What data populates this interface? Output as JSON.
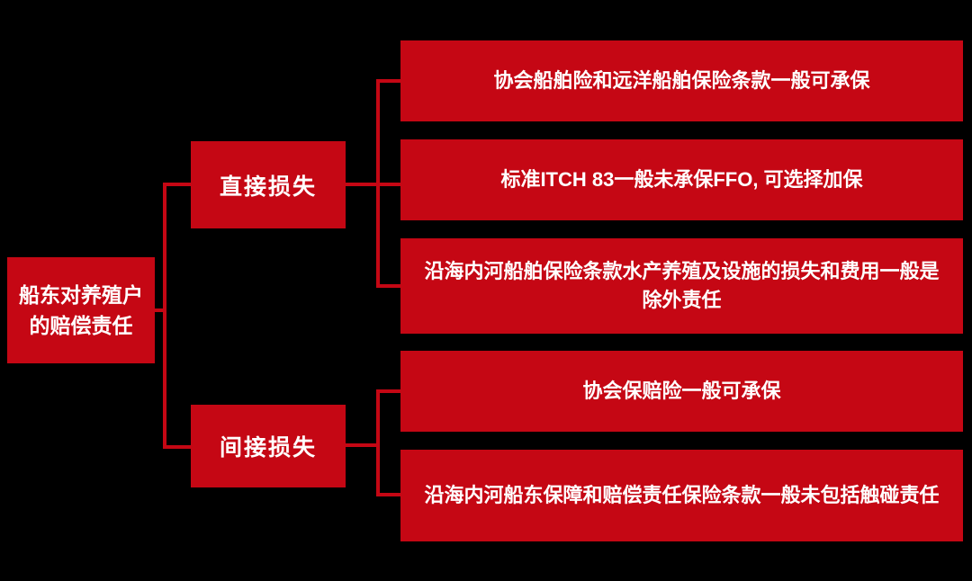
{
  "colors": {
    "background": "#000000",
    "node_fill": "#c50714",
    "connector": "#c50714",
    "text": "#ffffff"
  },
  "root": {
    "label": "船东对养殖户\n的赔偿责任"
  },
  "branches": [
    {
      "label": "直接损失"
    },
    {
      "label": "间接损失"
    }
  ],
  "leaves": [
    {
      "text": "协会船舶险和远洋船舶保险条款一般可承保",
      "parent": "直接损失"
    },
    {
      "text": "标准ITCH 83一般未承保FFO, 可选择加保",
      "parent": "直接损失"
    },
    {
      "text": "沿海内河船舶保险条款水产养殖及设施的损失和费用一般是除外责任",
      "parent": "直接损失"
    },
    {
      "text": "协会保赔险一般可承保",
      "parent": "间接损失"
    },
    {
      "text": "沿海内河船东保障和赔偿责任保险条款一般未包括触碰责任",
      "parent": "间接损失"
    }
  ]
}
